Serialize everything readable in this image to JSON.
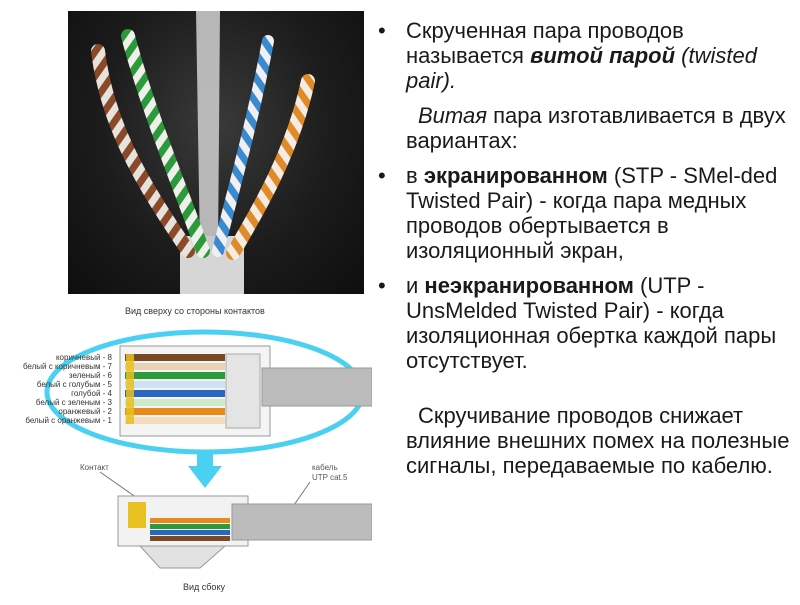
{
  "photo": {
    "alt": "twisted pair cable photo"
  },
  "diagram": {
    "top_caption": "Вид сверху со стороны контактов",
    "wire_labels": [
      "коричневый - 8",
      "белый с коричневым - 7",
      "зеленый - 6",
      "белый с голубым - 5",
      "голубой - 4",
      "белый с зеленым - 3",
      "оранжевый - 2",
      "белый с оранжевым - 1"
    ],
    "contact_label": "Контакт",
    "cable_label_line1": "кабель",
    "cable_label_line2": "UTP cat.5",
    "side_caption": "Вид сбоку"
  },
  "text": {
    "bullet_symbol": "•",
    "b1_pre": "Скрученная пара проводов называется ",
    "b1_term": "витой парой",
    "b1_post": " (twisted pair).",
    "p1_term": "Витая",
    "p1_rest": " пара изготавливается в двух вариантах:",
    "b2_pre": "в ",
    "b2_term": "экранированном",
    "b2_rest": " (STP - SMel-ded Twisted Pair) - когда пара медных проводов обертывается в изоляционный экран,",
    "b3_pre": "и ",
    "b3_term": "неэкранированном",
    "b3_rest": " (UTP - UnsMelded Twisted Pair) - когда изоляционная обертка каждой пары отсутствует.",
    "closing": "Скручивание проводов снижает влияние внешних помех на полезные сигналы, передаваемые по кабелю."
  }
}
